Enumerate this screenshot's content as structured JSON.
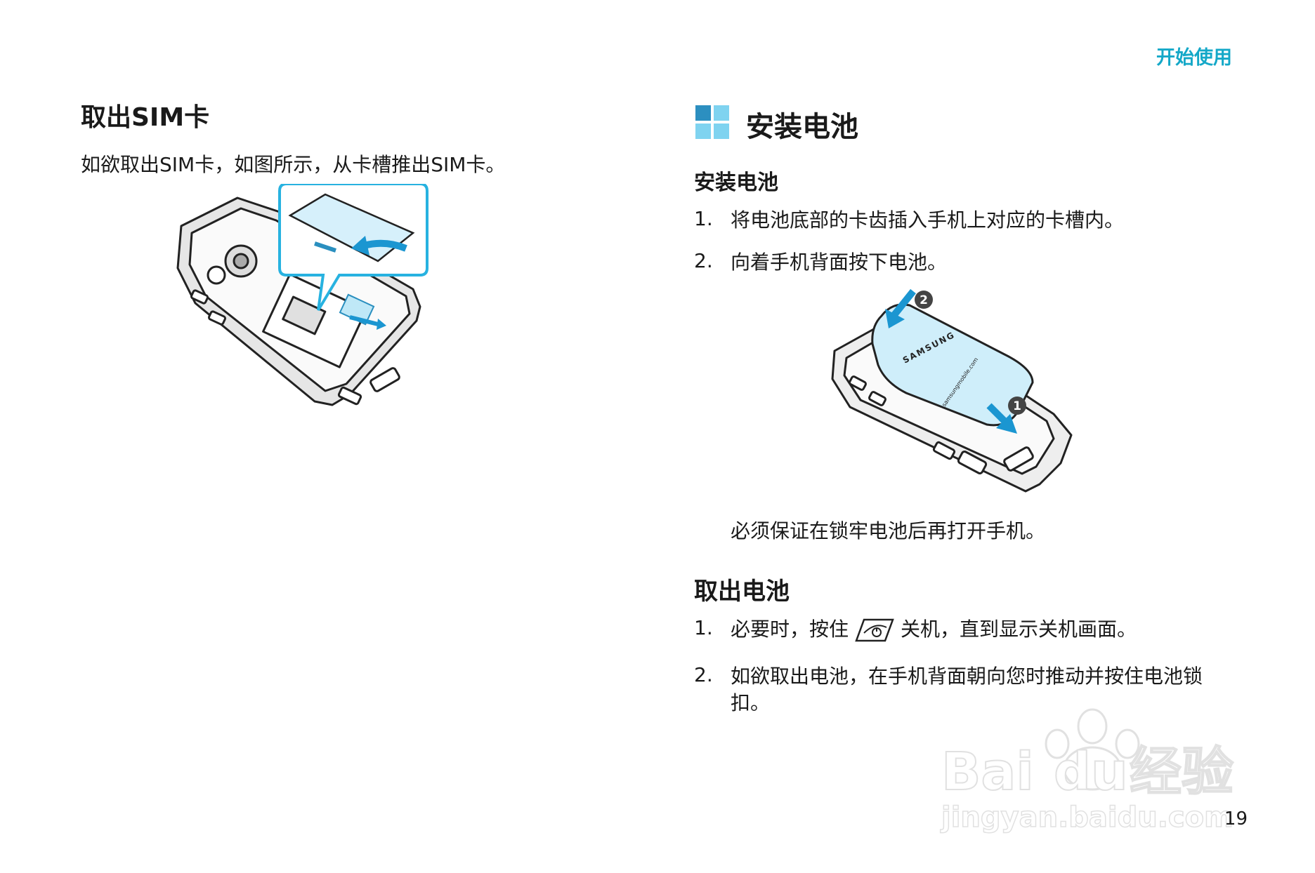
{
  "header": {
    "section_label": "开始使用"
  },
  "left": {
    "title": "取出SIM卡",
    "paragraph": "如欲取出SIM卡，如图所示，从卡槽推出SIM卡。"
  },
  "right": {
    "section_title": "安装电池",
    "install": {
      "subtitle": "安装电池",
      "steps": [
        {
          "num": "1.",
          "text": "将电池底部的卡齿插入手机上对应的卡槽内。"
        },
        {
          "num": "2.",
          "text": "向着手机背面按下电池。"
        }
      ],
      "figure": {
        "brand": "SAMSUNG",
        "url_text": "samsungmobile.com",
        "callouts": [
          "1",
          "2"
        ]
      },
      "note": "必须保证在锁牢电池后再打开手机。"
    },
    "remove": {
      "subtitle": "取出电池",
      "steps": [
        {
          "num": "1.",
          "text_before": "必要时，按住",
          "key_icon": "end-power-key-icon",
          "text_after": "关机，直到显示关机画面。"
        },
        {
          "num": "2.",
          "text": "如欲取出电池，在手机背面朝向您时推动并按住电池锁扣。"
        }
      ]
    }
  },
  "watermark": {
    "line1": "Bai",
    "line1b": "du",
    "line1c": "经验",
    "line2": "jingyan.baidu.com"
  },
  "page_number": "19",
  "colors": {
    "accent": "#14a8c8",
    "icon_dark": "#2c8fc0",
    "icon_light": "#7fd3f0",
    "battery_fill": "#cfeefa"
  }
}
